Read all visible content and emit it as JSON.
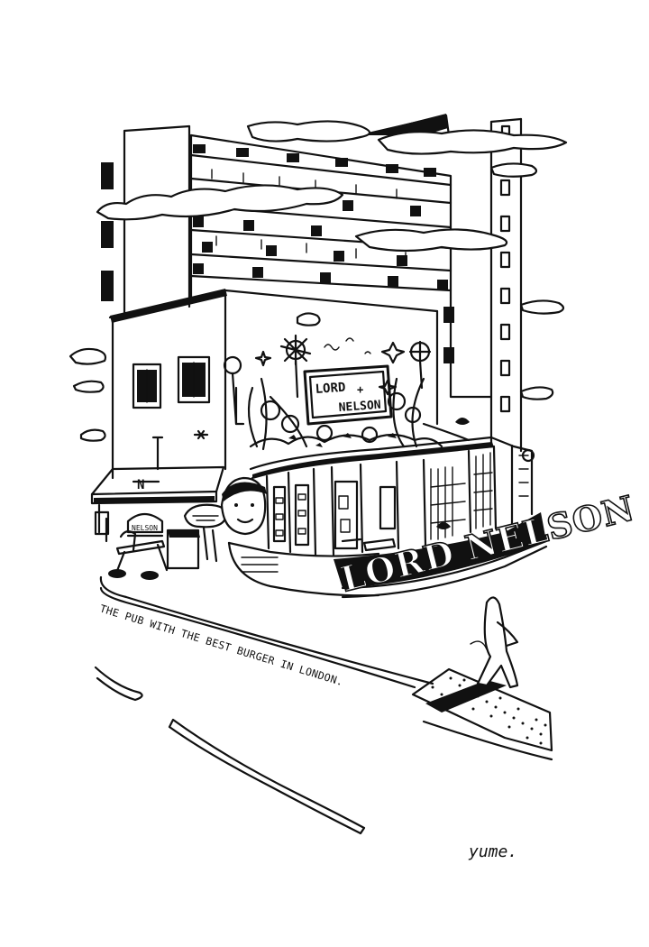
{
  "sign": {
    "line1": "LORD",
    "line2": "NELSON"
  },
  "awning_letter": "N",
  "burger_sign": "NELSON",
  "facade_letters": "LORD NELSON",
  "caption": "THE PUB WITH THE BEST BURGER IN LONDON.",
  "signature": "yume.",
  "colors": {
    "ink": "#111111",
    "paper": "#ffffff"
  }
}
